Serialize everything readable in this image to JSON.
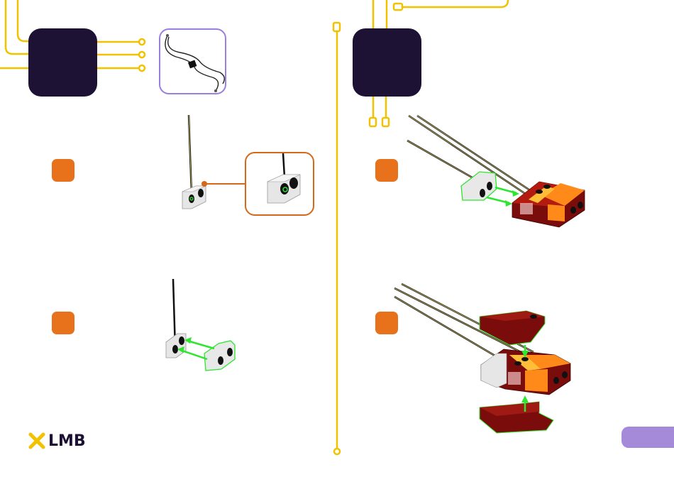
{
  "brand": {
    "name": "LMB"
  },
  "colors": {
    "header_box": "#1d1233",
    "connector_line": "#f2c200",
    "step_badge": "#e8721c",
    "parts_frame": "#9b7fe0",
    "zoom_frame": "#d4691c",
    "page_tab": "#a48ad8",
    "motion_arrow": "#2ee62e",
    "brick_dark_red": "#7a0c0c",
    "brick_orange": "#ff8a1a"
  },
  "left_page": {
    "header_box": {},
    "parts_panel": {
      "items": [
        "cable-icon"
      ]
    },
    "steps": [
      {
        "id": "step-1",
        "icon": "sensor-brick-with-cable"
      },
      {
        "id": "step-2",
        "icon": "sensor-brick-attach"
      }
    ]
  },
  "right_page": {
    "header_box": {},
    "steps": [
      {
        "id": "step-3",
        "icon": "sensor-to-red-block"
      },
      {
        "id": "step-4",
        "icon": "wings-attach"
      }
    ]
  },
  "footer": {
    "page_tab": ""
  }
}
